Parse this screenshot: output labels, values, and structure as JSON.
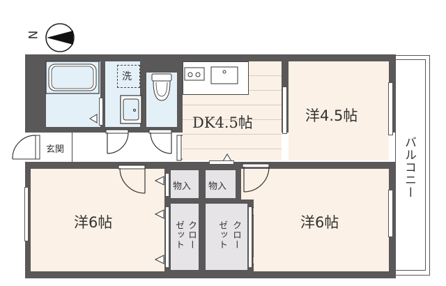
{
  "compass": {
    "letter": "N",
    "icon": "north-arrow-icon"
  },
  "rooms": {
    "dk": {
      "label": "DK4.5帖"
    },
    "western_small": {
      "label": "洋4.5帖"
    },
    "western_left": {
      "label": "洋6帖"
    },
    "western_right": {
      "label": "洋6帖"
    },
    "entrance": {
      "label": "玄関"
    },
    "storage_left": {
      "label": "物入"
    },
    "storage_right": {
      "label": "物入"
    },
    "closet_left": {
      "label": "クローゼット",
      "col1": "クロー",
      "col2": "ゼット"
    },
    "closet_right": {
      "label": "クローゼット",
      "col1": "クロー",
      "col2": "ゼット"
    },
    "washer": {
      "label": "洗"
    },
    "balcony": {
      "label": "バルコニー"
    }
  },
  "colors": {
    "wall": "#5a5858",
    "wood_floor": "#fbf1e6",
    "wet_floor": "#e4f0f8",
    "storage_floor": "#e7e4e7"
  }
}
